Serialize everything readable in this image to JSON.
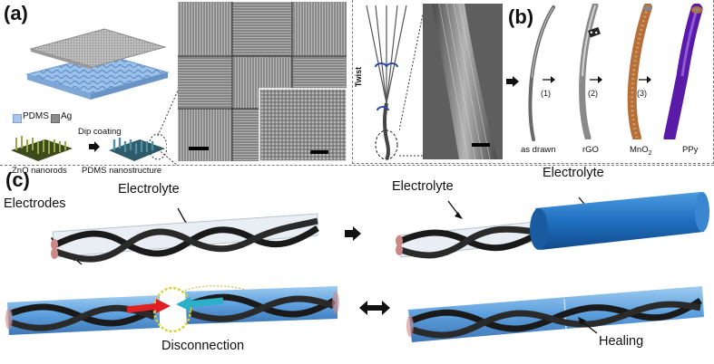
{
  "panel_a": {
    "letter": "(a)",
    "legend_pdms": "PDMS",
    "legend_ag": "Ag",
    "dip_coating": "Dip coating",
    "zno_label": "ZnO nanorods",
    "pdms_nano_label": "PDMS nanostructure"
  },
  "panel_b": {
    "letter": "(b)",
    "twist": "Twist",
    "steps": [
      "(1)",
      "(2)",
      "(3)"
    ],
    "labels": [
      "as drawn",
      "rGO",
      "MnO",
      "PPy"
    ],
    "mno2_sub": "2"
  },
  "panel_c": {
    "letter": "(c)",
    "electrodes": "Electrodes",
    "electrolyte_left": "Electrolyte",
    "electrolyte_right_inner": "Electrolyte",
    "electrolyte_right_outer": "Electrolyte",
    "disconnection": "Disconnection",
    "healing": "Healing"
  },
  "colors": {
    "tube_blue": "#1f6fc0",
    "fiber_black": "#1a1a1a",
    "mno2_orange": "#b5703a",
    "ppy_purple": "#5a1aa8",
    "arrow_red": "#e02020",
    "arrow_cyan": "#2ab0c8",
    "ring_yellow": "#d8d23a"
  }
}
